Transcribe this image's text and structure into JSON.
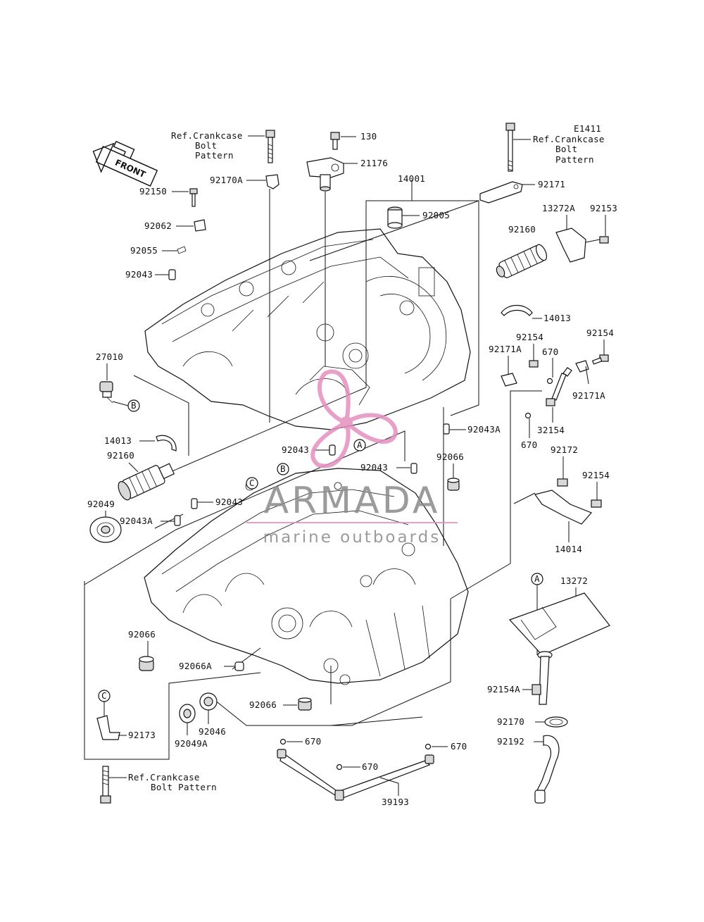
{
  "code": "E1411",
  "front_label": "FRONT",
  "watermark": {
    "title": "ARMADA",
    "subtitle": "marine outboards",
    "color": "#e48fbf"
  },
  "ref_top_left": [
    "Ref.Crankcase",
    "Bolt",
    "Pattern"
  ],
  "ref_top_right": [
    "Ref.Crankcase",
    "Bolt",
    "Pattern"
  ],
  "ref_bottom": [
    "Ref.Crankcase",
    "Bolt Pattern"
  ],
  "markers": {
    "A": "A",
    "B": "B",
    "C": "C"
  },
  "labels": {
    "p130": "130",
    "p21176": "21176",
    "p14001": "14001",
    "p92171": "92171",
    "p92150": "92150",
    "p92170A": "92170A",
    "p92062": "92062",
    "p92005": "92005",
    "p13272A": "13272A",
    "p92153": "92153",
    "p92160a": "92160",
    "p92055": "92055",
    "p92043a": "92043",
    "p14013a": "14013",
    "p27010": "27010",
    "p92154a": "92154",
    "p92171Aa": "92171A",
    "p670a": "670",
    "p92154b": "92154",
    "p92171Ab": "92171A",
    "p32154": "32154",
    "p670b": "670",
    "p14013b": "14013",
    "p92160b": "92160",
    "p92043b": "92043",
    "p92043c": "92043",
    "p92043A1": "92043A",
    "p92066a": "92066",
    "p92172": "92172",
    "p92154c": "92154",
    "p92049": "92049",
    "p92043d": "92043",
    "p92043A2": "92043A",
    "p14014": "14014",
    "p13272": "13272",
    "p92066b": "92066",
    "p92066A": "92066A",
    "p92154A": "92154A",
    "p92066c": "92066",
    "p92173": "92173",
    "p92046": "92046",
    "p92049A": "92049A",
    "p92170": "92170",
    "p670c": "670",
    "p670d": "670",
    "p670e": "670",
    "p92192": "92192",
    "p39193": "39193"
  }
}
